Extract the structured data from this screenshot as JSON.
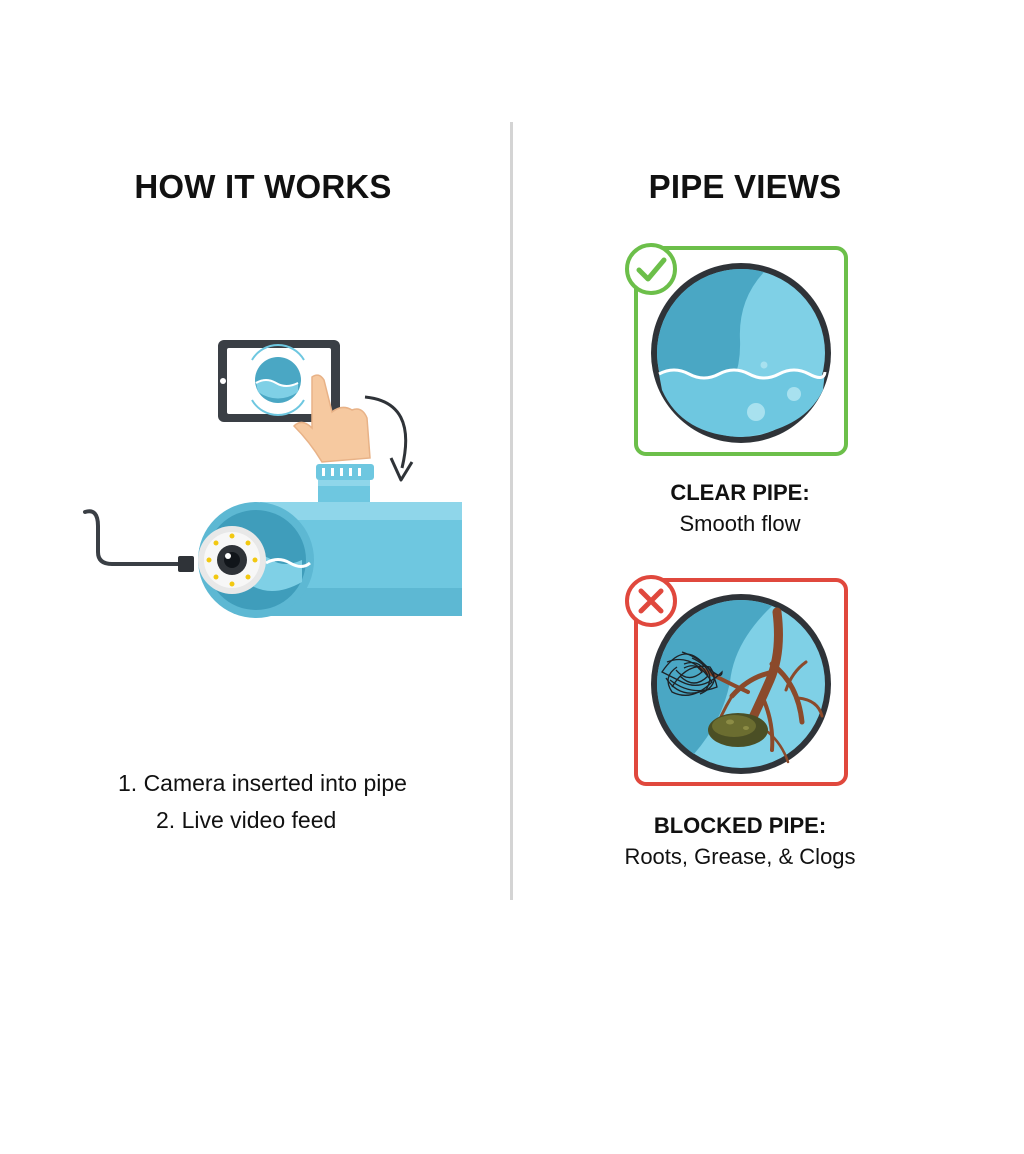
{
  "left": {
    "heading": "HOW IT WORKS",
    "steps": [
      "1. Camera inserted into pipe",
      "2. Live video feed"
    ],
    "icons": [
      "tablet-icon",
      "hand-icon",
      "curved-arrow-icon",
      "pipe-icon",
      "camera-icon",
      "cable-icon"
    ]
  },
  "right": {
    "heading": "PIPE VIEWS",
    "clear": {
      "title": "CLEAR PIPE:",
      "subtitle": "Smooth flow",
      "status": "check",
      "color": "#6cbf4a"
    },
    "blocked": {
      "title": "BLOCKED PIPE:",
      "subtitle": "Roots, Grease, & Clogs",
      "status": "cross",
      "color": "#e0483d"
    }
  },
  "colors": {
    "pipe": "#6ec7e0",
    "pipe_dark": "#4aa7c4",
    "water": "#7fd0e6",
    "divider": "#d4d4d4"
  }
}
